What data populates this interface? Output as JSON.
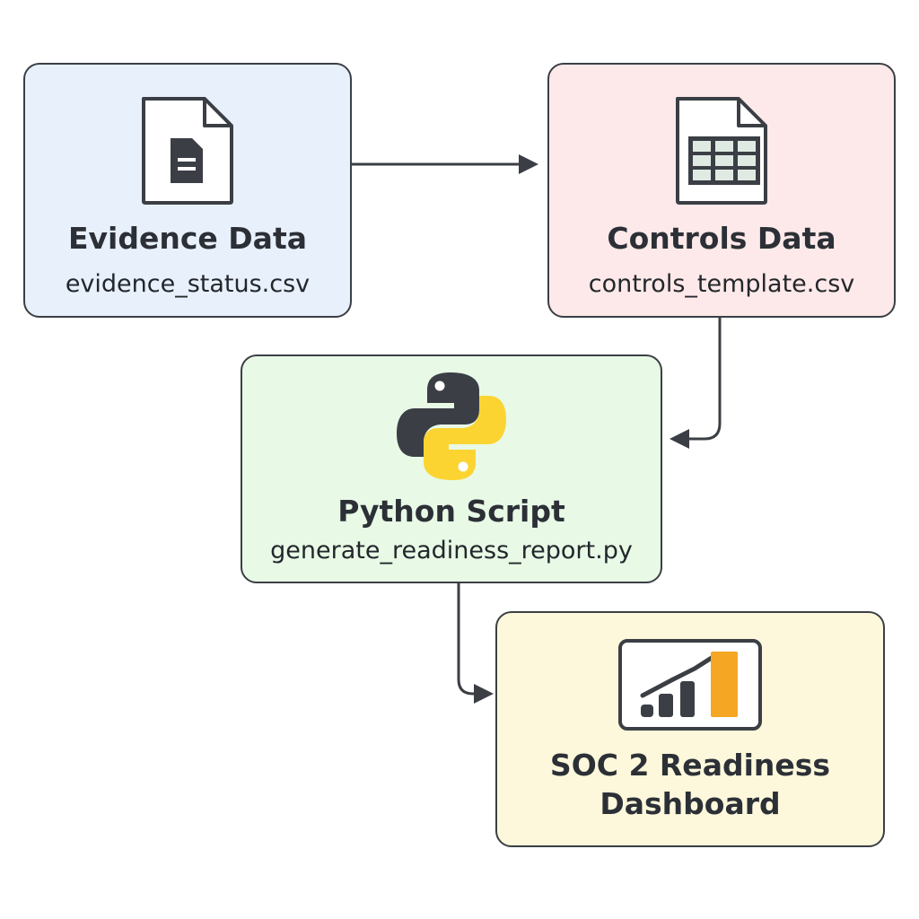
{
  "nodes": {
    "evidence": {
      "title": "Evidence Data",
      "subtitle": "evidence_status.csv",
      "fill": "#e8f0fc",
      "icon": "document-icon"
    },
    "controls": {
      "title": "Controls Data",
      "subtitle": "controls_template.csv",
      "fill": "#fde9e9",
      "icon": "spreadsheet-icon"
    },
    "python": {
      "title": "Python Script",
      "subtitle": "generate_readiness_report.py",
      "fill": "#e8f9e6",
      "icon": "python-logo-icon"
    },
    "dashboard": {
      "title": "SOC 2 Readiness",
      "title_line2": "Dashboard",
      "fill": "#fdf8dc",
      "icon": "bar-chart-icon"
    }
  },
  "colors": {
    "border": "#3b3f45",
    "arrow": "#3b3f45",
    "python_blue": "#3b3f45",
    "python_yellow": "#fcd432",
    "chart_accent": "#f5a623"
  },
  "flow": [
    {
      "from": "evidence",
      "to": "controls"
    },
    {
      "from": "controls",
      "to": "python"
    },
    {
      "from": "python",
      "to": "dashboard"
    }
  ]
}
